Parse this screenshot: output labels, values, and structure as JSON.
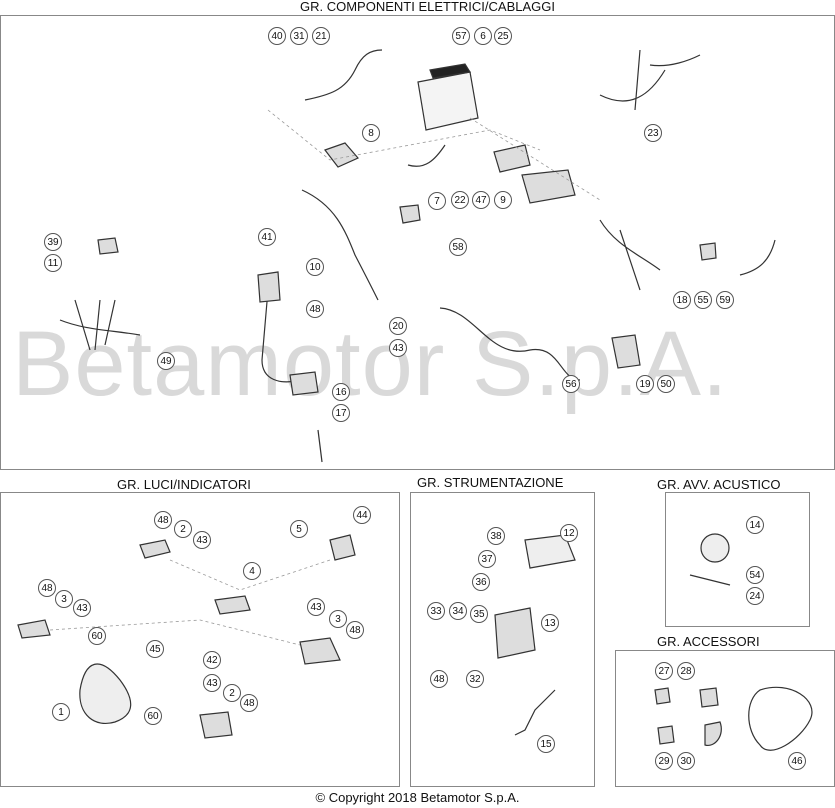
{
  "sections": {
    "electrical": {
      "title": "GR. COMPONENTI ELETTRICI/CABLAGGI"
    },
    "lights": {
      "title": "GR. LUCI/INDICATORI"
    },
    "instruments": {
      "title": "GR. STRUMENTAZIONE"
    },
    "horn": {
      "title": "GR. AVV. ACUSTICO"
    },
    "accessories": {
      "title": "GR. ACCESSORI"
    }
  },
  "watermark": "Betamotor S.p.A.",
  "copyright": "© Copyright 2018 Betamotor S.p.A.",
  "callouts": {
    "electrical": [
      "40",
      "31",
      "21",
      "57",
      "6",
      "25",
      "23",
      "8",
      "22",
      "47",
      "9",
      "7",
      "58",
      "39",
      "11",
      "41",
      "10",
      "48",
      "18",
      "55",
      "59",
      "20",
      "43",
      "49",
      "56",
      "19",
      "50",
      "16",
      "17"
    ],
    "lights": [
      "48",
      "2",
      "43",
      "44",
      "5",
      "4",
      "48",
      "3",
      "43",
      "60",
      "45",
      "43",
      "3",
      "48",
      "42",
      "1",
      "43",
      "2",
      "60",
      "48"
    ],
    "instruments": [
      "38",
      "12",
      "37",
      "36",
      "33",
      "34",
      "35",
      "13",
      "48",
      "32",
      "15"
    ],
    "horn": [
      "14",
      "54",
      "24"
    ],
    "accessories": [
      "27",
      "28",
      "29",
      "30",
      "46"
    ]
  }
}
